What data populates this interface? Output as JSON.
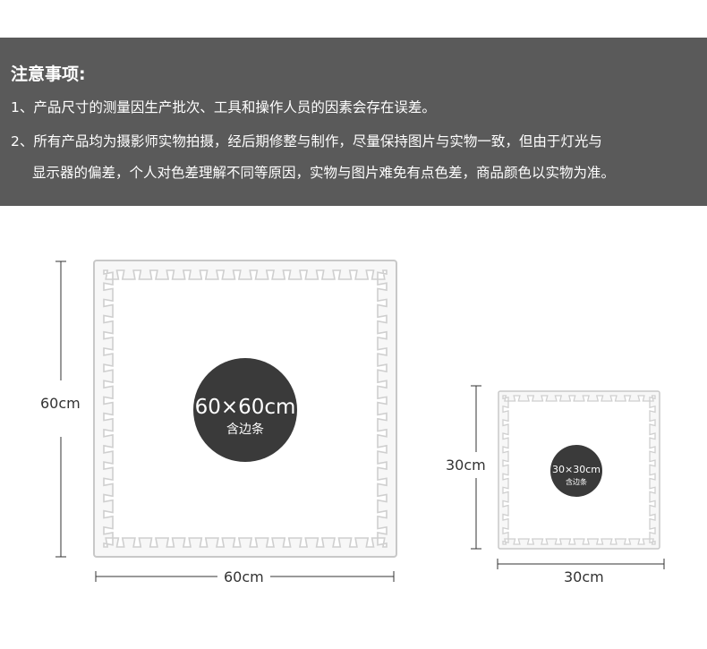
{
  "notice": {
    "title": "注意事项:",
    "line1": "1、产品尺寸的测量因生产批次、工具和操作人员的因素会存在误差。",
    "line2": "2、所有产品均为摄影师实物拍摄，经后期修整与制作，尽量保持图片与实物一致，但由于灯光与",
    "line3": "显示器的偏差，个人对色差理解不同等原因，实物与图片难免有点色差，商品颜色以实物为准。"
  },
  "large_tile": {
    "size_label": "60×60cm",
    "sub_label": "含边条",
    "height_label": "60cm",
    "width_label": "60cm"
  },
  "small_tile": {
    "size_label": "30×30cm",
    "sub_label": "含边条",
    "height_label": "30cm",
    "width_label": "30cm"
  },
  "colors": {
    "banner": "#5a5a5a",
    "tile_border": "#c8c8c8",
    "tile_fill": "#f7f7f7",
    "badge": "#3a3a3a"
  }
}
